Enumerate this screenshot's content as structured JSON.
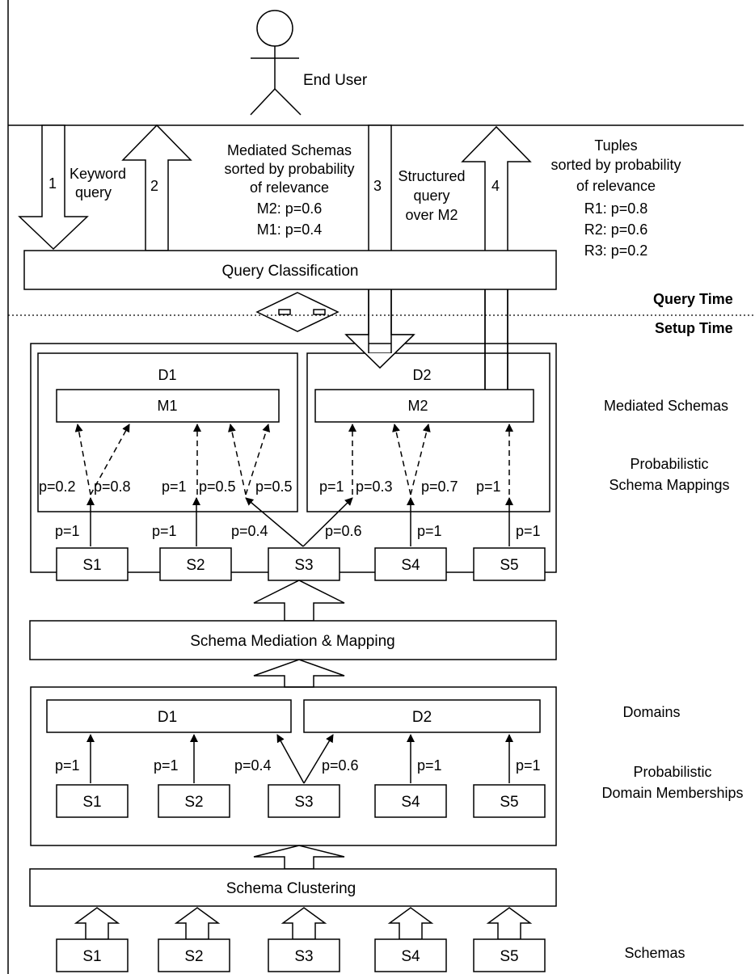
{
  "actor": {
    "label": "End User"
  },
  "steps": {
    "s1": "1",
    "s1_text": [
      "Keyword",
      "query"
    ],
    "s2": "2",
    "s2_text": [
      "Mediated Schemas",
      "sorted by probability",
      "of relevance",
      "M2: p=0.6",
      "M1: p=0.4"
    ],
    "s3": "3",
    "s3_text": [
      "Structured",
      "query",
      "over M2"
    ],
    "s4": "4",
    "s4_text": [
      "Tuples",
      "sorted by probability",
      "of relevance",
      "R1: p=0.8",
      "R2: p=0.6",
      "R3: p=0.2"
    ]
  },
  "boxes": {
    "query_classification": "Query Classification",
    "schema_mediation": "Schema Mediation & Mapping",
    "schema_clustering": "Schema Clustering",
    "d1": "D1",
    "d2": "D2",
    "m1": "M1",
    "m2": "M2"
  },
  "phases": {
    "query_time": "Query Time",
    "setup_time": "Setup Time"
  },
  "right_labels": {
    "mediated_schemas": "Mediated Schemas",
    "prob_schema_mappings": [
      "Probabilistic",
      "Schema Mappings"
    ],
    "domains": "Domains",
    "prob_domain_memberships": [
      "Probabilistic",
      "Domain Memberships"
    ],
    "schemas": "Schemas"
  },
  "sources": [
    "S1",
    "S2",
    "S3",
    "S4",
    "S5"
  ],
  "mapping_panel": {
    "dashed_probs": [
      "p=0.2",
      "p=0.8",
      "p=1",
      "p=0.5",
      "p=0.5",
      "p=1",
      "p=0.3",
      "p=0.7",
      "p=1"
    ],
    "membership_probs": [
      "p=1",
      "p=1",
      "p=0.4",
      "p=0.6",
      "p=1",
      "p=1"
    ]
  },
  "domain_panel": {
    "membership_probs": [
      "p=1",
      "p=1",
      "p=0.4",
      "p=0.6",
      "p=1",
      "p=1"
    ]
  }
}
